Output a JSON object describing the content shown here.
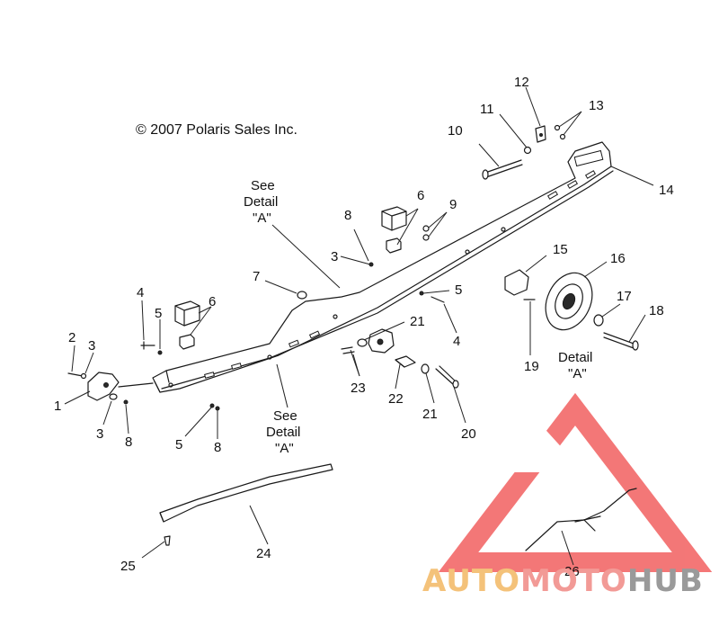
{
  "copyright": "© 2007 Polaris Sales Inc.",
  "callouts": [
    "1",
    "2",
    "3",
    "3",
    "3",
    "4",
    "4",
    "5",
    "5",
    "5",
    "6",
    "6",
    "7",
    "8",
    "8",
    "8",
    "9",
    "10",
    "11",
    "12",
    "13",
    "14",
    "15",
    "16",
    "17",
    "18",
    "19",
    "20",
    "21",
    "21",
    "22",
    "23",
    "24",
    "25",
    "26"
  ],
  "notes": {
    "see_detail_top": [
      "See",
      "Detail",
      "\"A\""
    ],
    "see_detail_bottom": [
      "See",
      "Detail",
      "\"A\""
    ],
    "detail_a": [
      "Detail",
      "\"A\""
    ]
  },
  "watermark": {
    "part1": "AUTO",
    "part2": "MOTO",
    "part3": "HUB",
    "colors": {
      "auto": "#f4c27a",
      "moto": "#f29a96",
      "hub": "#9a9a9a",
      "triangle": "#f04a4a"
    }
  }
}
